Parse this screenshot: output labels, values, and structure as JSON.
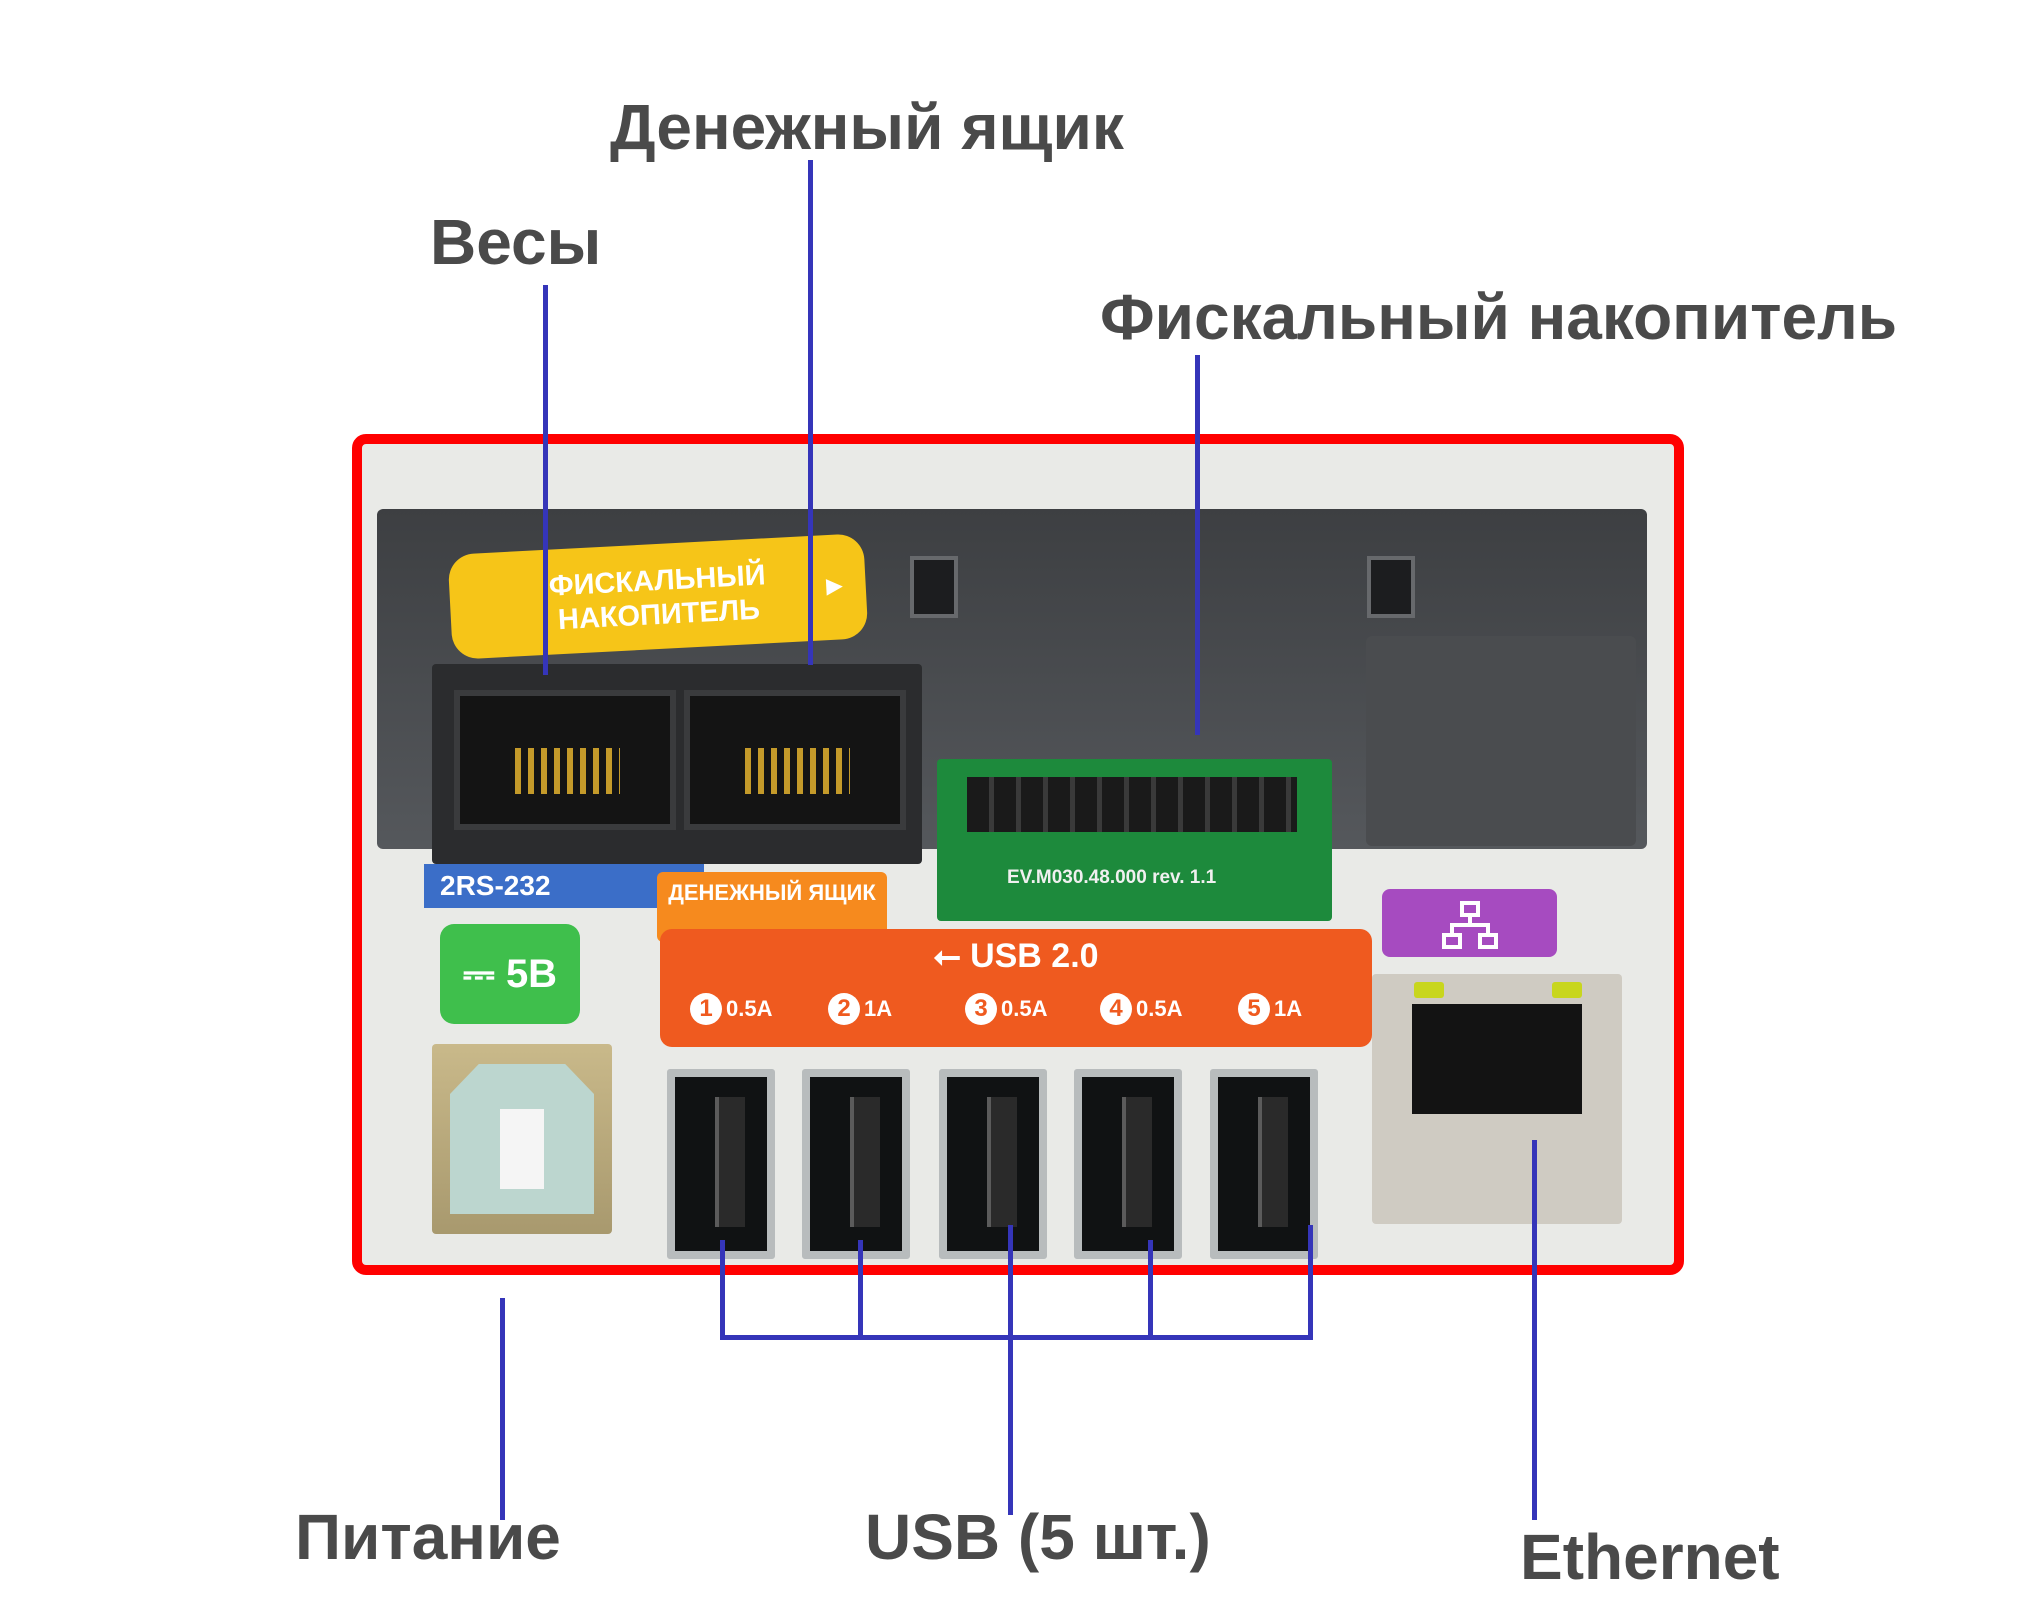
{
  "callouts": {
    "scales": "Весы",
    "cash_drawer": "Денежный ящик",
    "fiscal_drive": "Фискальный накопитель",
    "power": "Питание",
    "usb": "USB (5 шт.)",
    "ethernet": "Ethernet"
  },
  "device": {
    "fn_label": "ФИСКАЛЬНЫЙ НАКОПИТЕЛЬ",
    "fn_arrow": "▸",
    "rs232_label": "2RS-232",
    "cash_drawer_label": "ДЕНЕЖНЫЙ ЯЩИК",
    "pcb_text": "EV.M030.48.000 rev. 1.1",
    "power_label": "⎓ 5В",
    "ethernet_icon": "network-icon",
    "usb_banner_title": "⭠ USB 2.0",
    "usb_ports": [
      {
        "num": "1",
        "current": "0.5A"
      },
      {
        "num": "2",
        "current": "1A"
      },
      {
        "num": "3",
        "current": "0.5A"
      },
      {
        "num": "4",
        "current": "0.5A"
      },
      {
        "num": "5",
        "current": "1A"
      }
    ]
  },
  "colors": {
    "frame": "#ff0000",
    "lines": "#3535b9",
    "callout_text": "#4a4a4a",
    "fn_badge": "#f6c518",
    "usb_banner": "#ef5a1f",
    "power_badge": "#3fbf4c",
    "ethernet_badge": "#a64bc0"
  }
}
